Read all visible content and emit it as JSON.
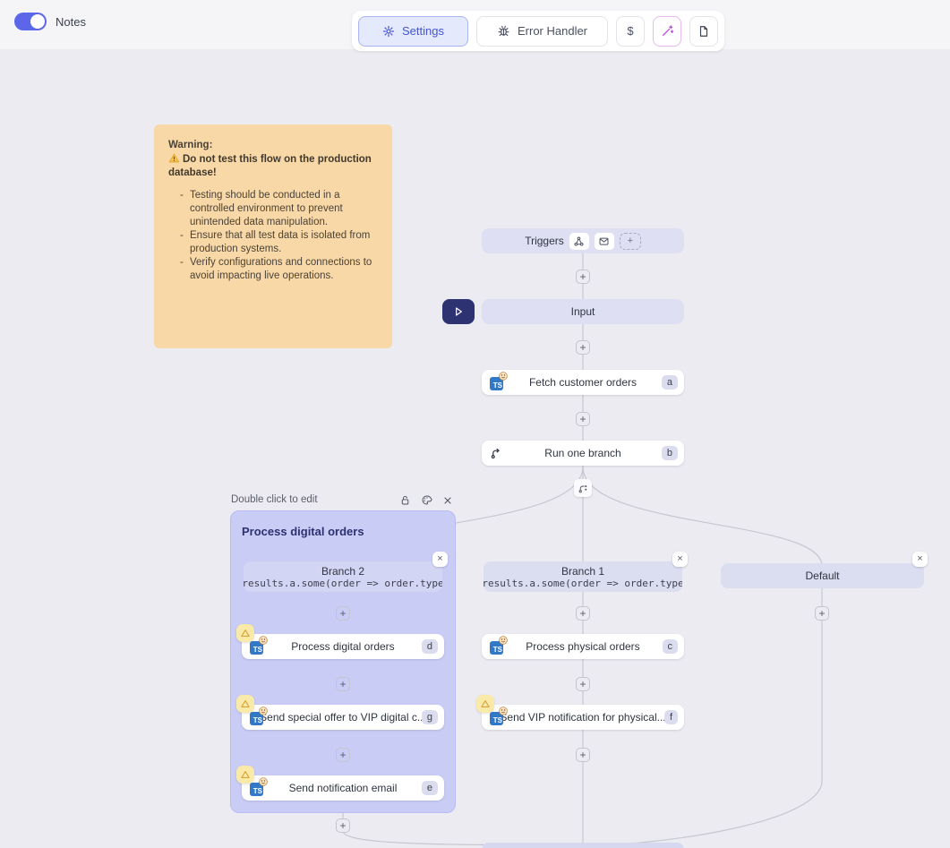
{
  "header": {
    "notes_toggle": {
      "label": "Notes",
      "state": "on"
    },
    "toolbar": {
      "settings_label": "Settings",
      "error_handler_label": "Error Handler",
      "dollar_label": "$"
    }
  },
  "note": {
    "title": "Warning:",
    "alert": "Do not test this flow on the production database!",
    "bullets": [
      "Testing should be conducted in a controlled environment to prevent unintended data manipulation.",
      "Ensure that all test data is isolated from production systems.",
      "Verify configurations and connections to avoid impacting live operations."
    ]
  },
  "flow": {
    "triggers_label": "Triggers",
    "input_label": "Input",
    "steps": {
      "fetch": {
        "label": "Fetch customer orders",
        "badge": "a"
      },
      "run_branch": {
        "label": "Run one branch",
        "badge": "b"
      },
      "process_digital": {
        "label": "Process digital orders",
        "badge": "d"
      },
      "send_offer": {
        "label": "Send special offer to VIP digital c...",
        "badge": "g"
      },
      "send_email": {
        "label": "Send notification email",
        "badge": "e"
      },
      "process_physical": {
        "label": "Process physical orders",
        "badge": "c"
      },
      "send_vip": {
        "label": "Send VIP notification for physical...",
        "badge": "f"
      }
    },
    "branches": {
      "branch2": {
        "title": "Branch 2",
        "condition": "results.a.some(order => order.type"
      },
      "branch1": {
        "title": "Branch 1",
        "condition": "results.a.some(order => order.type"
      },
      "default": {
        "title": "Default"
      }
    },
    "group": {
      "hint": "Double click to edit",
      "title": "Process digital orders"
    }
  },
  "icons": {
    "plus": "+",
    "close": "×",
    "ts": "TS"
  },
  "colors": {
    "canvas": "#ecebf1",
    "header_band": "#f5f5f8",
    "accent_indigo": "#4355d0",
    "toggle_on": "#5b67e8",
    "note_bg": "#f8d8a6",
    "group_bg": "#c9ccf4",
    "lavender_node": "#dedff2",
    "play_button": "#2d3272",
    "warning_badge_bg": "#faeaa9",
    "warning_triangle": "#d79a2b",
    "ts_blue": "#3178c6",
    "wand_purple": "#bb4fd8",
    "edge": "#c6c7d0"
  }
}
